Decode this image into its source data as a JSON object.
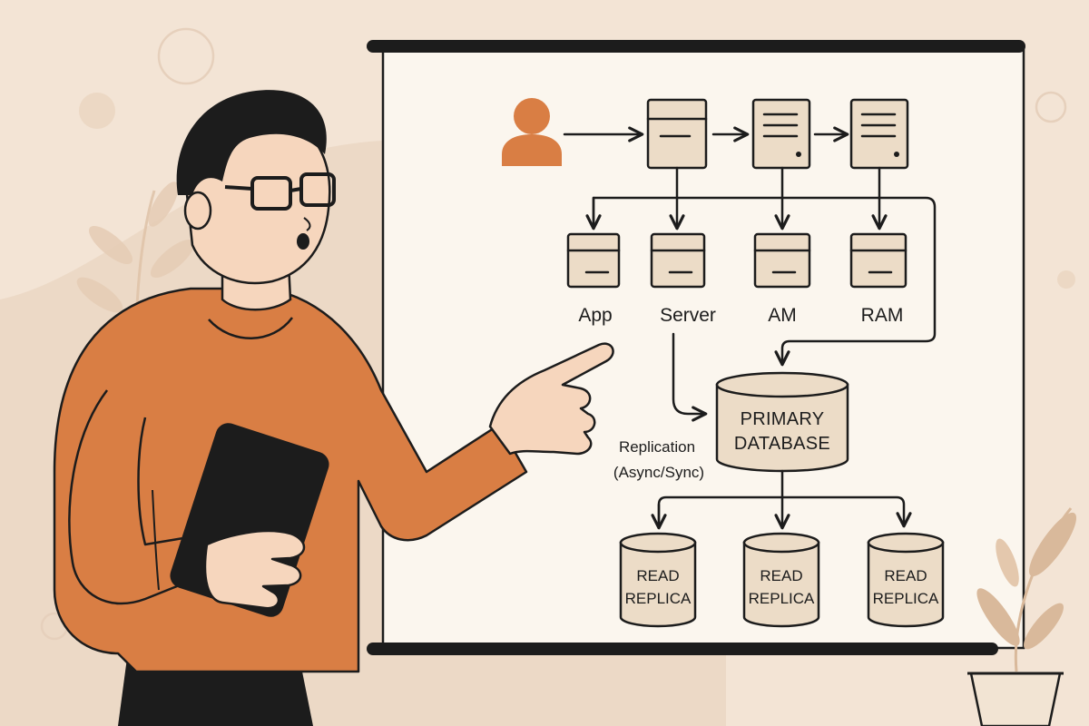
{
  "colors": {
    "background": "#f3e4d5",
    "board": "#fbf6ee",
    "accent_orange": "#d97e44",
    "component_fill": "#ecdcc7",
    "ink": "#1c1c1c",
    "leaf": "#e2c7ae"
  },
  "diagram": {
    "user_icon": "user-icon",
    "top_servers": [
      "server-icon",
      "server-icon",
      "server-icon"
    ],
    "services": [
      {
        "label": "App",
        "icon": "server-module-icon"
      },
      {
        "label": "Server",
        "icon": "server-module-icon"
      },
      {
        "label": "AM",
        "icon": "server-module-icon"
      },
      {
        "label": "RAM",
        "icon": "server-module-icon"
      }
    ],
    "primary_database": {
      "line1": "PRIMARY",
      "line2": "DATABASE"
    },
    "replication_note": {
      "line1": "Replication",
      "line2": "(Async/Sync)"
    },
    "replicas": [
      {
        "line1": "READ",
        "line2": "REPLICA"
      },
      {
        "line1": "READ",
        "line2": "REPLICA"
      },
      {
        "line1": "READ",
        "line2": "REPLICA"
      }
    ]
  },
  "illustration": {
    "presenter": "presenter-person",
    "device": "tablet-icon",
    "plant": "potted-plant-icon"
  }
}
